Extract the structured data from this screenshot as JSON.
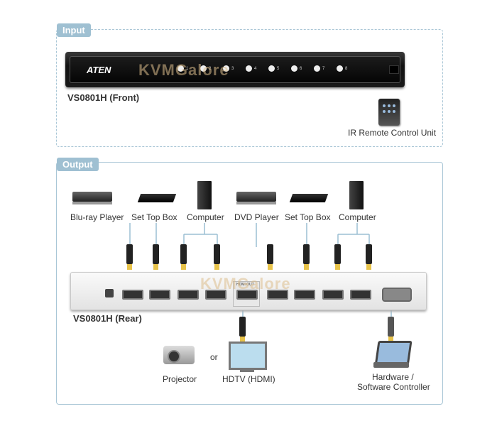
{
  "input_section": {
    "tag": "Input",
    "front_unit_label": "VS0801H (Front)",
    "brand": "ATEN",
    "port_numbers": [
      "1",
      "2",
      "3",
      "4",
      "5",
      "6",
      "7",
      "8"
    ],
    "remote_label": "IR Remote Control Unit"
  },
  "output_section": {
    "tag": "Output",
    "sources": [
      "Blu-ray Player",
      "Set Top Box",
      "Computer",
      "DVD Player",
      "Set Top Box",
      "Computer"
    ],
    "rear_unit_label": "VS0801H (Rear)",
    "hdmi_out_label": "HDMI OUT",
    "displays": {
      "projector": "Projector",
      "or": "or",
      "hdtv": "HDTV (HDMI)"
    },
    "controller_label_line1": "Hardware /",
    "controller_label_line2": "Software Controller"
  },
  "watermark": {
    "part1": "KVM",
    "part2": "Galore"
  },
  "colors": {
    "panel_border": "#a9c6d6",
    "tag_bg": "#9fc0d2",
    "plug_tip": "#e8c34a"
  }
}
